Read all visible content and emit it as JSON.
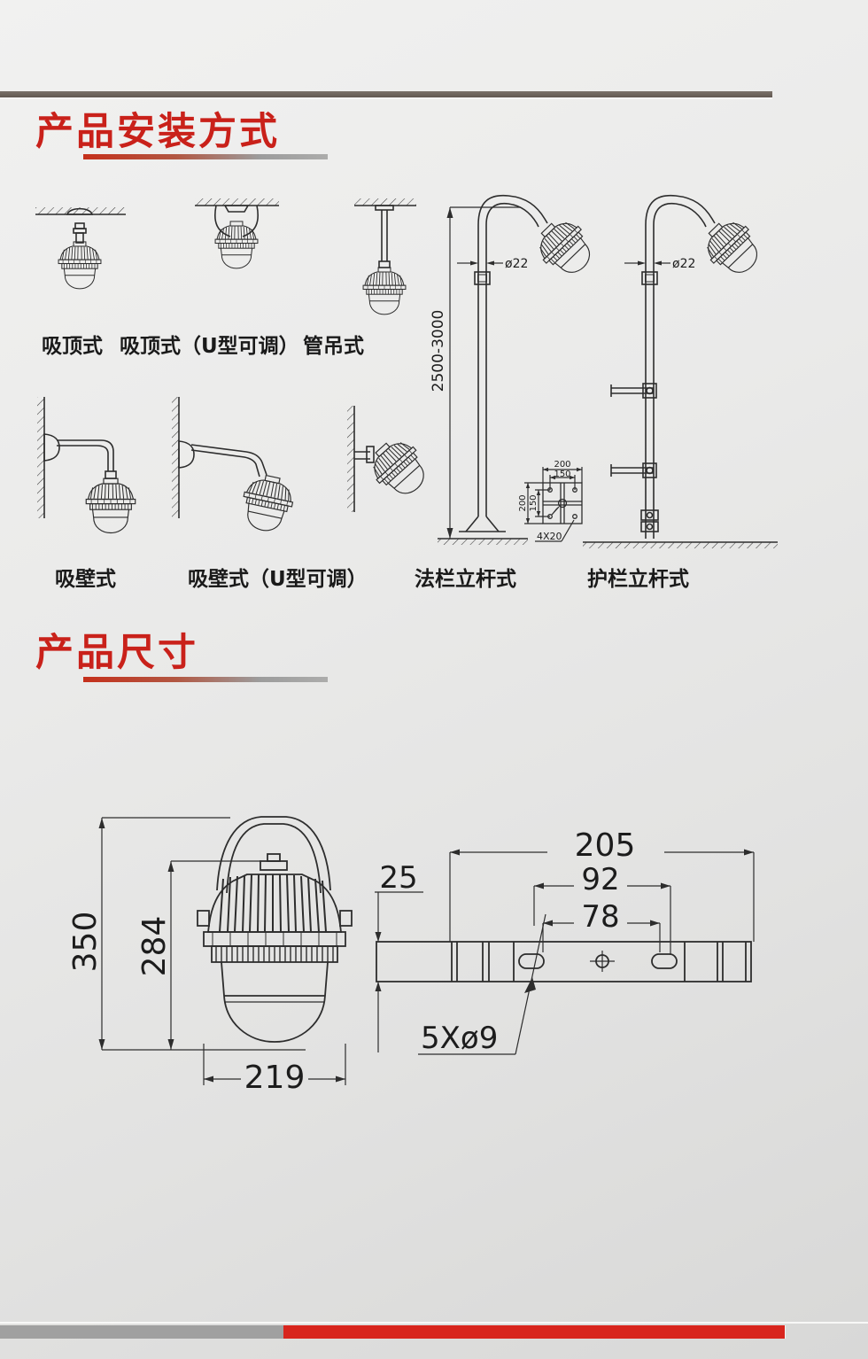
{
  "titles": {
    "install": "产品安装方式",
    "size": "产品尺寸"
  },
  "labels": {
    "row1": [
      "吸顶式",
      "吸顶式（U型可调）",
      "管吊式"
    ],
    "row2": [
      "吸壁式",
      "吸壁式（U型可调）",
      "法栏立杆式",
      "护栏立杆式"
    ]
  },
  "dims": {
    "pole_height": "2500-3000",
    "pole_dia_left": "ø22",
    "pole_dia_right": "ø22",
    "flange_top_outer": "200",
    "flange_top_inner": "150",
    "flange_left_outer": "200",
    "flange_left_inner": "150",
    "flange_holes": "4X20",
    "front_overall_height": "350",
    "front_body_height": "284",
    "front_width": "219",
    "bracket_length": "205",
    "bracket_span_outer": "92",
    "bracket_span_inner": "78",
    "bracket_thickness": "25",
    "bracket_holes": "5Xø9"
  },
  "colors": {
    "accent_red": "#c9211a",
    "footer_red": "#d8251d",
    "footer_gray": "#a0a0a0",
    "top_rule": "#6b625a",
    "line": "#2d2d2d"
  }
}
